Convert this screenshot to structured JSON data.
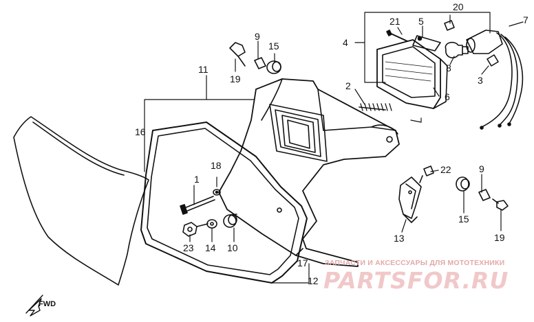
{
  "diagram": {
    "callouts": [
      {
        "id": "c1",
        "text": "1"
      },
      {
        "id": "c2",
        "text": "2"
      },
      {
        "id": "c3",
        "text": "3"
      },
      {
        "id": "c4",
        "text": "4"
      },
      {
        "id": "c5",
        "text": "5"
      },
      {
        "id": "c6",
        "text": "6"
      },
      {
        "id": "c7",
        "text": "7"
      },
      {
        "id": "c8",
        "text": "8"
      },
      {
        "id": "c9a",
        "text": "9"
      },
      {
        "id": "c9b",
        "text": "9"
      },
      {
        "id": "c10",
        "text": "10"
      },
      {
        "id": "c11",
        "text": "11"
      },
      {
        "id": "c12",
        "text": "12"
      },
      {
        "id": "c13",
        "text": "13"
      },
      {
        "id": "c14",
        "text": "14"
      },
      {
        "id": "c15a",
        "text": "15"
      },
      {
        "id": "c15b",
        "text": "15"
      },
      {
        "id": "c16",
        "text": "16"
      },
      {
        "id": "c17",
        "text": "17"
      },
      {
        "id": "c18",
        "text": "18"
      },
      {
        "id": "c19a",
        "text": "19"
      },
      {
        "id": "c19b",
        "text": "19"
      },
      {
        "id": "c20",
        "text": "20"
      },
      {
        "id": "c21",
        "text": "21"
      },
      {
        "id": "c22",
        "text": "22"
      },
      {
        "id": "c23",
        "text": "23"
      }
    ],
    "fwd_label": "FWD",
    "watermark_line1": "ЗАПЧАСТИ И АКСЕССУАРЫ ДЛЯ МОТОТЕХНИКИ",
    "watermark_line2": "PARTSFOR.RU",
    "colors": {
      "ink": "#111111",
      "watermark": "#e3a9aa",
      "background": "#ffffff"
    }
  }
}
